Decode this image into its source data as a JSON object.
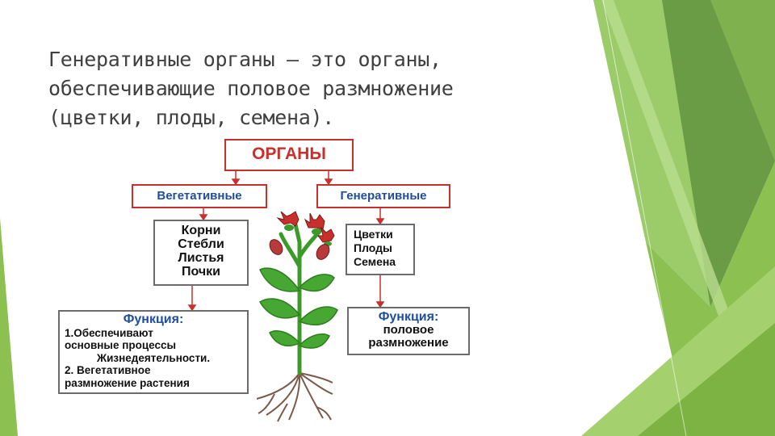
{
  "slide": {
    "title_lines": [
      "Генеративные органы – это органы,",
      "обеспечивающие половое размножение",
      "(цветки, плоды, семена)."
    ]
  },
  "diagram": {
    "root": "ОРГАНЫ",
    "vegetative": {
      "label": "Вегетативные",
      "items": [
        "Корни",
        "Стебли",
        "Листья",
        "Почки"
      ],
      "function_heading": "Функция:",
      "function_lines": [
        "1.Обеспечивают",
        "основные процессы",
        "Жизнедеятельности.",
        "2. Вегетативное",
        "размножение растения"
      ]
    },
    "generative": {
      "label": "Генеративные",
      "items": [
        "Цветки",
        "Плоды",
        "Семена"
      ],
      "function_heading": "Функция:",
      "function_lines": [
        "половое",
        "размножение"
      ]
    }
  },
  "colors": {
    "accent_green": "#7ab648",
    "dark_green": "#5f9a3a",
    "title_text": "#404040",
    "heading_blue": "#1f4e9c",
    "red": "#c9302c"
  },
  "icons": [
    "plant-illustration",
    "down-arrow"
  ]
}
